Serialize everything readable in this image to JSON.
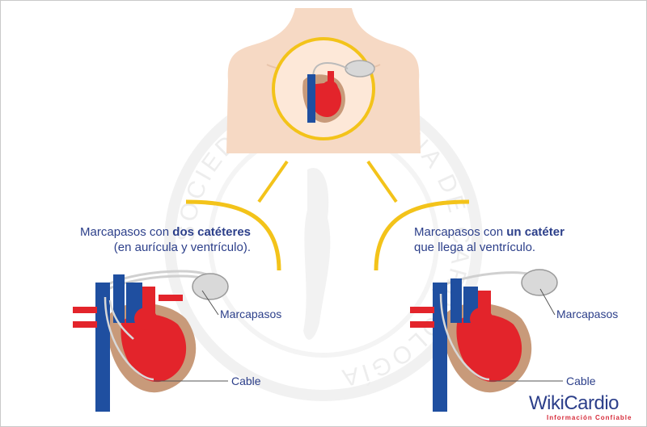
{
  "captions": {
    "left_line1_prefix": "Marcapasos con ",
    "left_line1_bold": "dos catéteres",
    "left_line2": "(en aurícula y ventrículo).",
    "right_line1_prefix": "Marcapasos con ",
    "right_line1_bold": "un catéter",
    "right_line2": "que llega al ventrículo."
  },
  "labels": {
    "pacemaker_left": "Marcapasos",
    "cable_left": "Cable",
    "pacemaker_right": "Marcapasos",
    "cable_right": "Cable"
  },
  "watermark": {
    "ring_text": "SOCIEDAD ARGENTINA DE CARDIOLOGÍA"
  },
  "logo": {
    "main": "WikiCardio",
    "sub": "Información Confiable"
  },
  "colors": {
    "text_blue": "#2c3f8a",
    "accent_yellow": "#f3c31a",
    "vein_blue": "#1f4fa0",
    "artery_red": "#e3242b",
    "skin": "#f6d9c4"
  }
}
